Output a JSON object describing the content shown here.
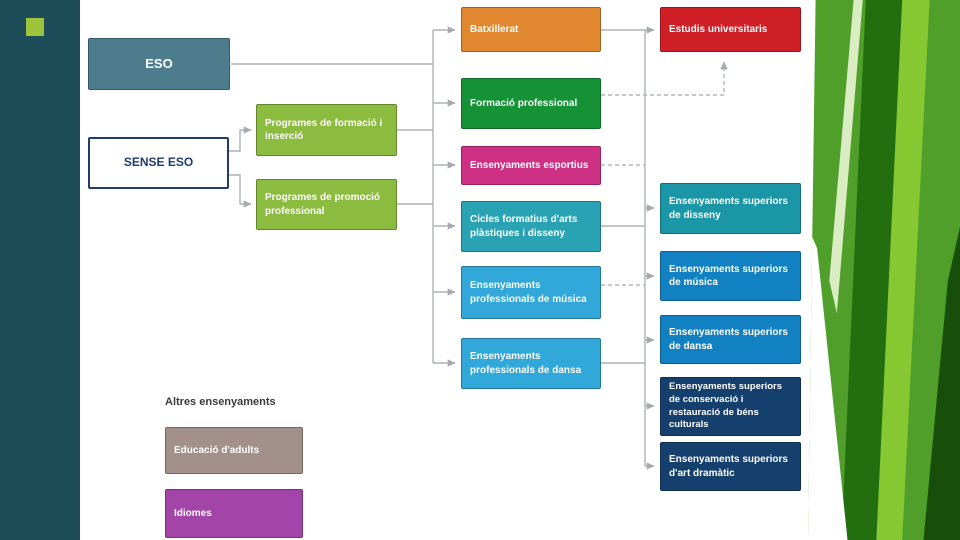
{
  "slide": {
    "background": "#ffffff",
    "left_stripe_color": "#1e4d5a",
    "accent_square_color": "#9dc43a",
    "connector_color": "#aeb2b6",
    "deco_greens": [
      "#4f9f2a",
      "#236f10",
      "#86c832",
      "#174f0a",
      "#ffffff",
      "#d9ecc2"
    ]
  },
  "nodes": {
    "eso": {
      "label": "ESO",
      "color": "#4d7d8d"
    },
    "sense_eso": {
      "label": "SENSE ESO",
      "color": "#ffffff",
      "text_color": "#1f3c6e"
    },
    "prog_formacio": {
      "label": "Programes de formació i inserció",
      "color": "#8bbc40"
    },
    "prog_promocio": {
      "label": "Programes de promoció professional",
      "color": "#8bbc40"
    },
    "batxillerat": {
      "label": "Batxillerat",
      "color": "#e08730"
    },
    "formacio_prof": {
      "label": "Formació professional",
      "color": "#149235"
    },
    "esportius": {
      "label": "Ensenyaments esportius",
      "color": "#ce3184"
    },
    "cicles_arts": {
      "label": "Cicles formatius d'arts plàstiques i disseny",
      "color": "#29a3b4"
    },
    "prof_musica": {
      "label": "Ensenyaments professionals de música",
      "color": "#31a8d9"
    },
    "prof_dansa": {
      "label": "Ensenyaments professionals de dansa",
      "color": "#31a8d9"
    },
    "universitaris": {
      "label": "Estudis universitaris",
      "color": "#cf2027"
    },
    "sup_disseny": {
      "label": "Ensenyaments superiors de disseny",
      "color": "#1b96a6"
    },
    "sup_musica": {
      "label": "Ensenyaments superiors de música",
      "color": "#1181c2"
    },
    "sup_dansa": {
      "label": "Ensenyaments superiors de dansa",
      "color": "#1181c2"
    },
    "sup_conservacio": {
      "label": "Ensenyaments superiors de conservació i restauració de béns culturals",
      "color": "#15406e"
    },
    "sup_dramatic": {
      "label": "Ensenyaments superiors d'art dramàtic",
      "color": "#15406e"
    },
    "altres": {
      "label": "Altres ensenyaments"
    },
    "adults": {
      "label": "Educació d'adults",
      "color": "#a3908a"
    },
    "idiomes": {
      "label": "Idiomes",
      "color": "#a244a8"
    }
  },
  "edges": [
    {
      "from": "ESO",
      "to": "Batxillerat",
      "style": "solid"
    },
    {
      "from": "ESO",
      "to": "Formació professional",
      "style": "solid"
    },
    {
      "from": "ESO",
      "to": "Ensenyaments esportius",
      "style": "solid"
    },
    {
      "from": "ESO",
      "to": "Cicles formatius d'arts plàstiques i disseny",
      "style": "solid"
    },
    {
      "from": "ESO",
      "to": "Ensenyaments professionals de música",
      "style": "solid"
    },
    {
      "from": "ESO",
      "to": "Ensenyaments professionals de dansa",
      "style": "solid"
    },
    {
      "from": "SENSE ESO",
      "to": "Programes de formació i inserció",
      "style": "solid"
    },
    {
      "from": "SENSE ESO",
      "to": "Programes de promoció professional",
      "style": "solid"
    },
    {
      "from": "Programes de formació i inserció",
      "to": "Formació professional",
      "style": "solid"
    },
    {
      "from": "Batxillerat",
      "to": "Estudis universitaris",
      "style": "solid"
    },
    {
      "from": "Formació professional",
      "to": "Estudis universitaris",
      "style": "dashed"
    },
    {
      "from": "Ensenyaments esportius",
      "to": "Estudis universitaris",
      "style": "dashed"
    },
    {
      "from": "Cicles formatius d'arts plàstiques i disseny",
      "to": "Ensenyaments superiors de disseny",
      "style": "solid"
    },
    {
      "from": "Ensenyaments professionals de música",
      "to": "Ensenyaments superiors de música",
      "style": "dashed"
    },
    {
      "from": "Ensenyaments professionals de dansa",
      "to": "Ensenyaments superiors de dansa",
      "style": "solid"
    },
    {
      "from": "Batxillerat",
      "to": "Ensenyaments superiors de conservació i restauració de béns culturals",
      "style": "solid"
    },
    {
      "from": "Batxillerat",
      "to": "Ensenyaments superiors d'art dramàtic",
      "style": "solid"
    }
  ]
}
